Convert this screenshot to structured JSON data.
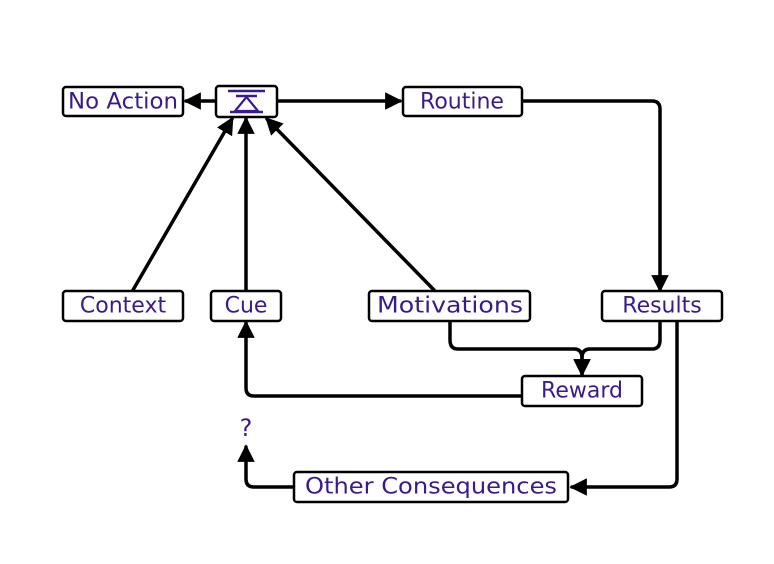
{
  "colors": {
    "label": "#3a1a8c",
    "stroke": "#000000",
    "background": "#ffffff"
  },
  "decision_icon": "balance-scale-icon",
  "nodes": {
    "no_action": "No Action",
    "routine": "Routine",
    "context": "Context",
    "cue": "Cue",
    "motivations": "Motivations",
    "results": "Results",
    "reward": "Reward",
    "question": "?",
    "other_consequences": "Other Consequences"
  },
  "edges": [
    {
      "from": "decision",
      "to": "no_action"
    },
    {
      "from": "decision",
      "to": "routine"
    },
    {
      "from": "routine",
      "to": "results"
    },
    {
      "from": "context",
      "to": "decision"
    },
    {
      "from": "cue",
      "to": "decision"
    },
    {
      "from": "motivations",
      "to": "decision"
    },
    {
      "from": "motivations",
      "to": "reward"
    },
    {
      "from": "results",
      "to": "reward"
    },
    {
      "from": "results",
      "to": "other_consequences"
    },
    {
      "from": "reward",
      "to": "cue"
    },
    {
      "from": "other_consequences",
      "to": "question"
    }
  ]
}
